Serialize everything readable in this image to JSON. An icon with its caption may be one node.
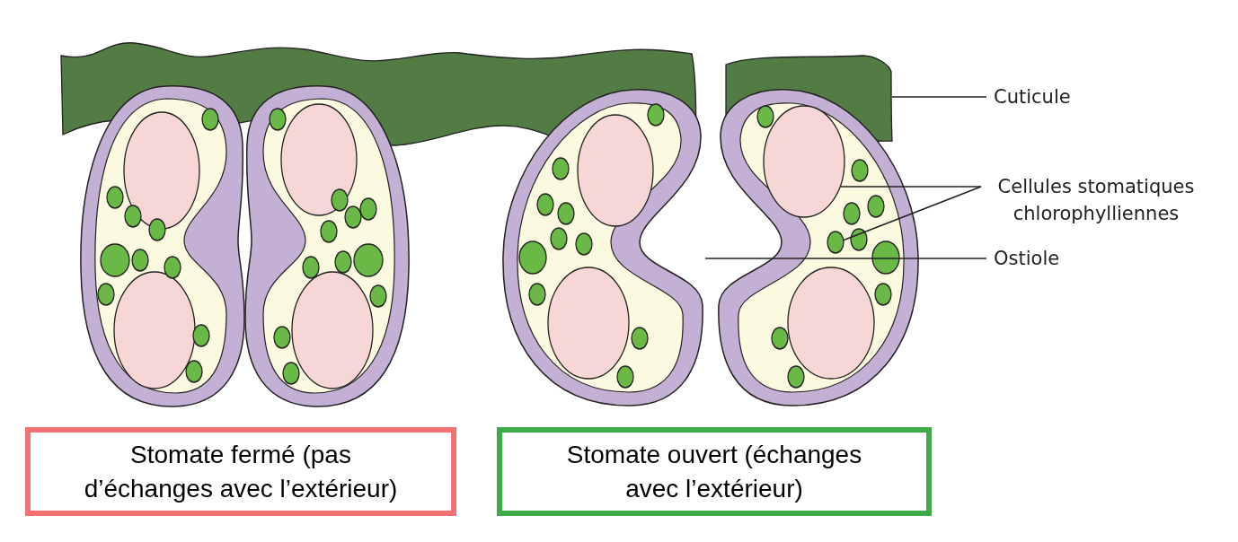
{
  "diagram": {
    "nodes": [
      {
        "text": [
          "Cuticule"
        ]
      },
      {
        "text": [
          "Cellules stomatiques chlorophylliennes"
        ]
      },
      {
        "text": [
          "Ostiole"
        ]
      },
      {
        "text": [],
        "shape": "picture"
      },
      {
        "text": [],
        "shape": "circle"
      },
      {
        "text": [],
        "shape": "circle"
      },
      {
        "text": [
          "Stomate fermé (pas d’échanges avec l’extérieur)"
        ]
      },
      {
        "text": [
          "Stomate ouvert (échanges avec l’extérieur)"
        ]
      }
    ],
    "edges": [
      {
        "from": 0,
        "to": 3,
        "arrow": "none"
      },
      {
        "from": 1,
        "to": 4,
        "arrow": "none"
      },
      {
        "from": 1,
        "to": 5,
        "arrow": "none"
      },
      {
        "from": 2,
        "to": null,
        "arrow": "none"
      }
    ]
  }
}
